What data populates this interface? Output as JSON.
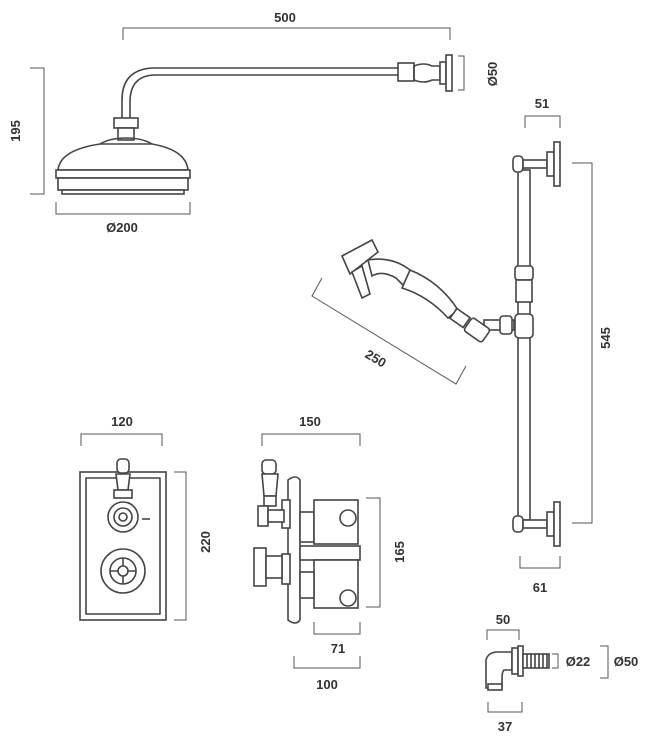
{
  "dimensions": {
    "arm_length": "500",
    "arm_flange_dia": "Ø50",
    "head_height": "195",
    "head_dia": "Ø200",
    "rail_bracket_depth": "51",
    "rail_length": "545",
    "rail_bottom_depth": "61",
    "handset_length": "250",
    "valve_width": "120",
    "valve_height": "220",
    "valve_side_depth": "150",
    "valve_body_height": "165",
    "valve_min_depth": "71",
    "valve_max_depth": "100",
    "elbow_depth": "50",
    "elbow_outlet_dia": "Ø22",
    "elbow_flange_dia": "Ø50",
    "elbow_projection": "37"
  },
  "colors": {
    "line": "#444444",
    "dimension": "#555555",
    "text": "#333333",
    "background": "#ffffff"
  }
}
